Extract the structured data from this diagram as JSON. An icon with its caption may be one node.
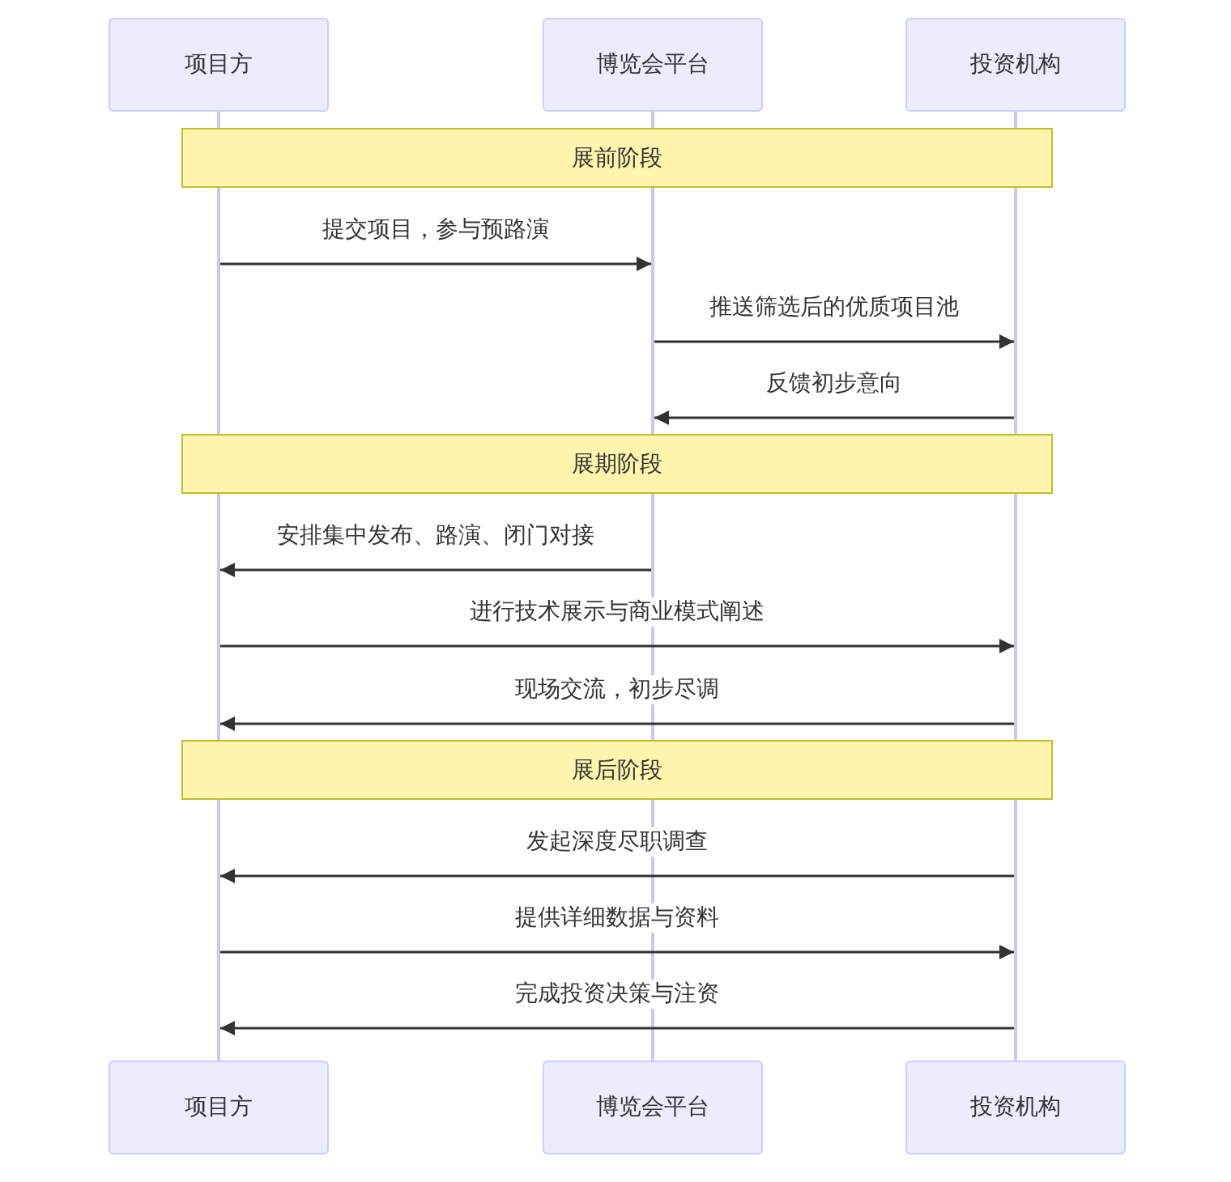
{
  "diagram": {
    "nodes": [
      {
        "text": [
          "项目方"
        ]
      },
      {
        "text": [
          "博览会平台"
        ]
      },
      {
        "text": [
          "投资机构"
        ]
      },
      {
        "text": [],
        "shape": "bar"
      },
      {
        "text": [],
        "shape": "bar"
      },
      {
        "text": [],
        "shape": "bar"
      },
      {
        "text": [
          "展前阶段"
        ]
      },
      {
        "text": [
          "展期阶段"
        ]
      },
      {
        "text": [
          "展后阶段"
        ]
      },
      {
        "text": [
          "项目方"
        ]
      },
      {
        "text": [
          "博览会平台"
        ]
      },
      {
        "text": [
          "投资机构"
        ]
      }
    ],
    "edges": [
      {
        "from": 3,
        "to": 4,
        "arrow": "to",
        "label": "提交项目，参与预路演"
      },
      {
        "from": 4,
        "to": 5,
        "arrow": "to",
        "label": "推送筛选后的优质项目池"
      },
      {
        "from": 5,
        "to": 4,
        "arrow": "to",
        "label": "反馈初步意向"
      },
      {
        "from": 4,
        "to": 3,
        "arrow": "to",
        "label": "安排集中发布、路演、闭门对接"
      },
      {
        "from": 3,
        "to": 5,
        "arrow": "to",
        "label": "进行技术展示与商业模式阐述"
      },
      {
        "from": 5,
        "to": 3,
        "arrow": "to",
        "label": "现场交流，初步尽调"
      },
      {
        "from": 5,
        "to": 3,
        "arrow": "to",
        "label": "发起深度尽职调查"
      },
      {
        "from": 3,
        "to": 5,
        "arrow": "to",
        "label": "提供详细数据与资料"
      },
      {
        "from": 5,
        "to": 3,
        "arrow": "to",
        "label": "完成投资决策与注资"
      }
    ]
  }
}
